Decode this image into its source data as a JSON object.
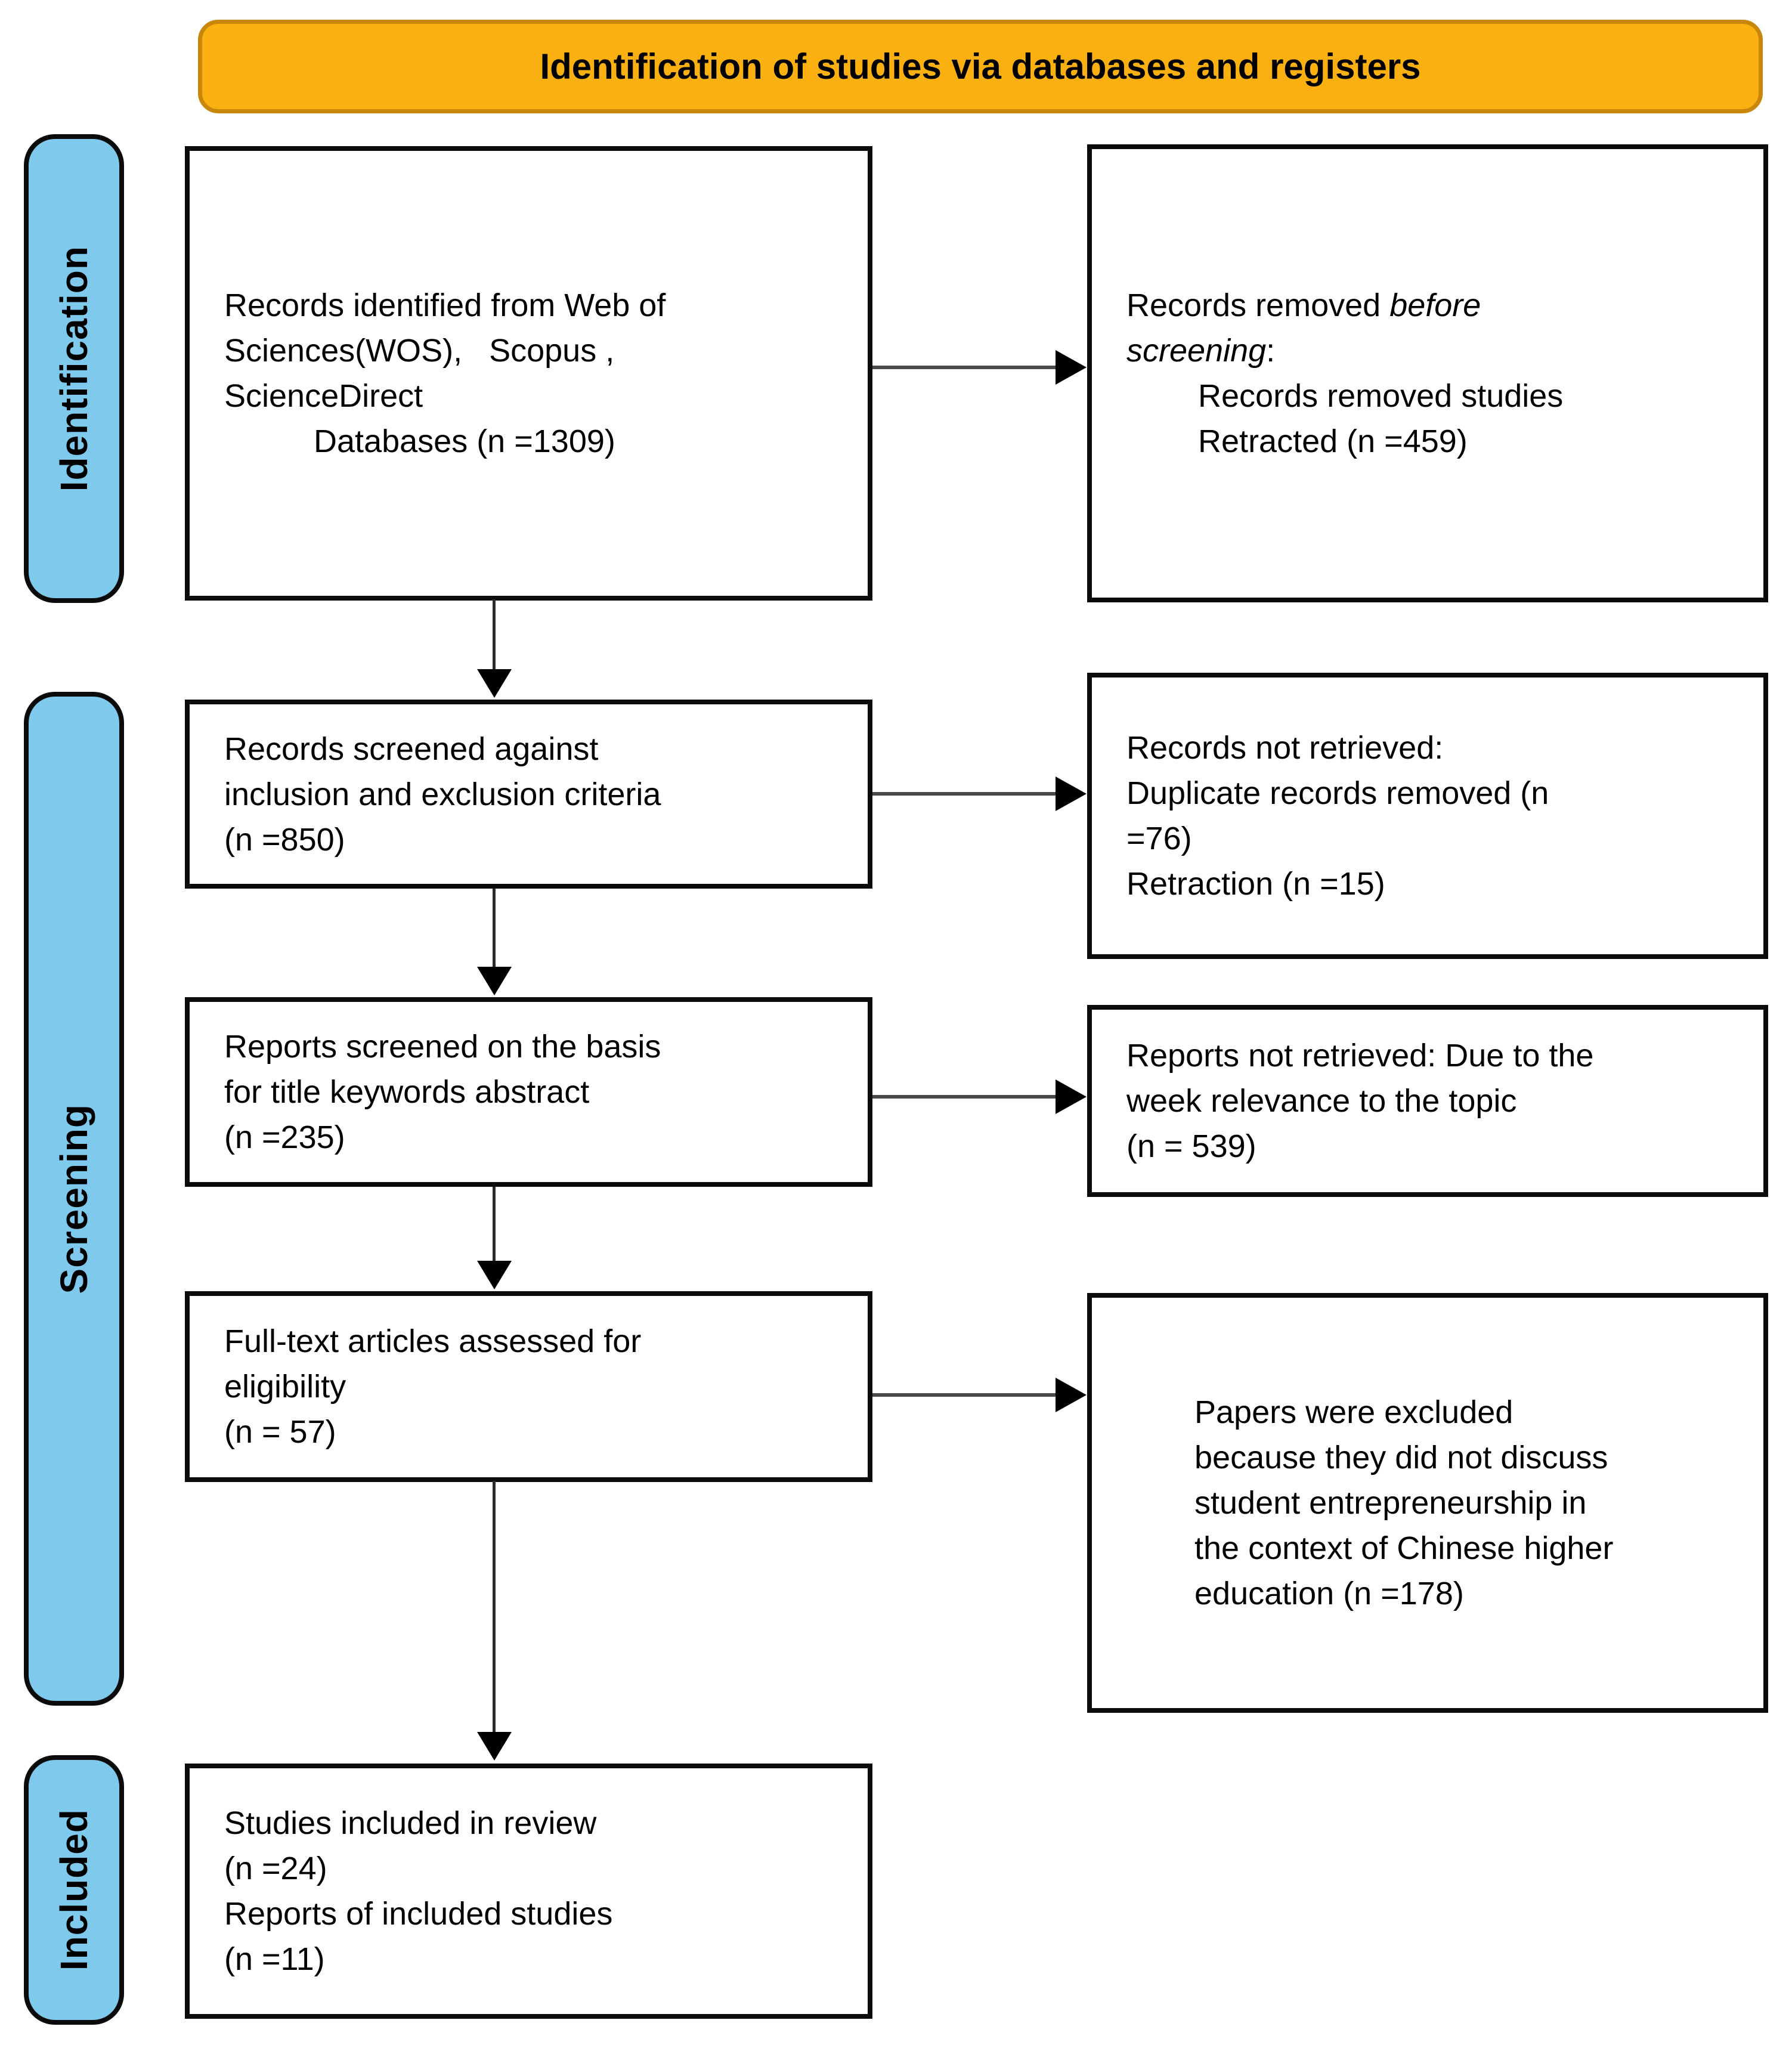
{
  "banner": {
    "label": "Identification of studies via databases and registers"
  },
  "stages": [
    {
      "id": "identification",
      "label": "Identification"
    },
    {
      "id": "screening",
      "label": "Screening"
    },
    {
      "id": "included",
      "label": "Included"
    }
  ],
  "colors": {
    "banner_fill": "#FBB012",
    "banner_border": "#C8860A",
    "stage_fill": "#7FC9EC",
    "box_border": "#0B0B0B",
    "arrow": "#000000"
  },
  "left_boxes": [
    {
      "name": "records-identified-box",
      "lines": [
        [
          {
            "t": "Records identified from Web of"
          }
        ],
        [
          {
            "t": "Sciences(WOS),   Scopus ,"
          }
        ],
        [
          {
            "t": "ScienceDirect"
          }
        ],
        [
          {
            "t": "          Databases (n =1309)"
          }
        ]
      ]
    },
    {
      "name": "records-screened-box",
      "lines": [
        [
          {
            "t": "Records screened against"
          }
        ],
        [
          {
            "t": "inclusion and exclusion criteria"
          }
        ],
        [
          {
            "t": "(n =850)"
          }
        ]
      ]
    },
    {
      "name": "reports-screened-box",
      "lines": [
        [
          {
            "t": "Reports screened on the basis"
          }
        ],
        [
          {
            "t": "for title keywords abstract"
          }
        ],
        [
          {
            "t": "(n =235)"
          }
        ]
      ]
    },
    {
      "name": "fulltext-assessed-box",
      "lines": [
        [
          {
            "t": "Full-text articles assessed for"
          }
        ],
        [
          {
            "t": "eligibility"
          }
        ],
        [
          {
            "t": "(n = 57)"
          }
        ]
      ]
    },
    {
      "name": "studies-included-box",
      "lines": [
        [
          {
            "t": "Studies included in review"
          }
        ],
        [
          {
            "t": "(n =24)"
          }
        ],
        [
          {
            "t": "Reports of included studies"
          }
        ],
        [
          {
            "t": "(n =11)"
          }
        ]
      ]
    }
  ],
  "right_boxes": [
    {
      "name": "records-removed-box",
      "lines": [
        [
          {
            "t": "Records removed "
          },
          {
            "t": "before",
            "i": true
          }
        ],
        [
          {
            "t": "screening",
            "i": true
          },
          {
            "t": ":"
          }
        ],
        [
          {
            "t": "        Records removed studies"
          }
        ],
        [
          {
            "t": "        Retracted (n =459)"
          }
        ]
      ]
    },
    {
      "name": "records-not-retrieved-box",
      "lines": [
        [
          {
            "t": "Records not retrieved:"
          }
        ],
        [
          {
            "t": "Duplicate records removed (n"
          }
        ],
        [
          {
            "t": "=76)"
          }
        ],
        [
          {
            "t": "Retraction (n =15)"
          }
        ]
      ]
    },
    {
      "name": "reports-not-retrieved-box",
      "lines": [
        [
          {
            "t": "Reports not retrieved: Due to the"
          }
        ],
        [
          {
            "t": "week relevance to the topic"
          }
        ],
        [
          {
            "t": "(n = 539)"
          }
        ]
      ]
    },
    {
      "name": "papers-excluded-box",
      "lines": [
        [
          {
            "t": "Papers were excluded"
          }
        ],
        [
          {
            "t": "because they did not discuss"
          }
        ],
        [
          {
            "t": "student entrepreneurship in"
          }
        ],
        [
          {
            "t": "the context of Chinese higher"
          }
        ],
        [
          {
            "t": "education (n =178)"
          }
        ]
      ]
    }
  ]
}
